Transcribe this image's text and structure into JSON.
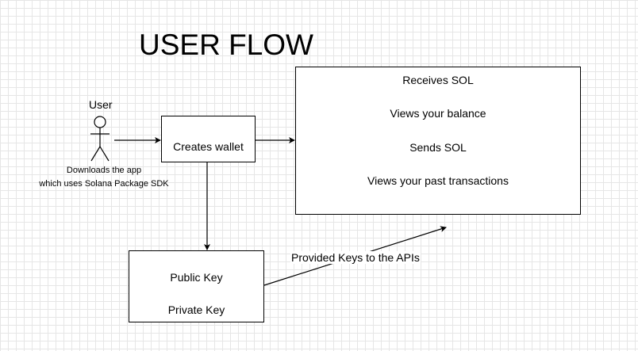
{
  "diagram": {
    "title": "USER FLOW",
    "actor": {
      "label": "User",
      "caption_line1": "Downloads the app",
      "caption_line2": "which uses Solana Package SDK"
    },
    "create_wallet": {
      "label": "Creates wallet"
    },
    "features": {
      "items": [
        "Receives SOL",
        "Views your balance",
        "Sends SOL",
        "Views your past transactions"
      ]
    },
    "keys": {
      "public": "Public Key",
      "private": "Private Key"
    },
    "edge_label": "Provided Keys to the APIs"
  }
}
